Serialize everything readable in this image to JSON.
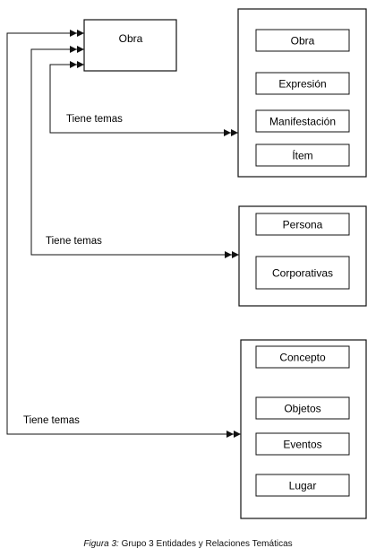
{
  "diagram": {
    "central_node": "Obra",
    "groups": [
      {
        "items": [
          "Obra",
          "Expresión",
          "Manifestación",
          "Ítem"
        ]
      },
      {
        "items": [
          "Persona",
          "Corporativas"
        ]
      },
      {
        "items": [
          "Concepto",
          "Objetos",
          "Eventos",
          "Lugar"
        ]
      }
    ],
    "relations": [
      {
        "label": "Tiene temas"
      },
      {
        "label": "Tiene temas"
      },
      {
        "label": "Tiene temas"
      }
    ]
  },
  "caption": {
    "lead": "Figura 3:",
    "text": " Grupo 3 Entidades y Relaciones Temáticas"
  }
}
